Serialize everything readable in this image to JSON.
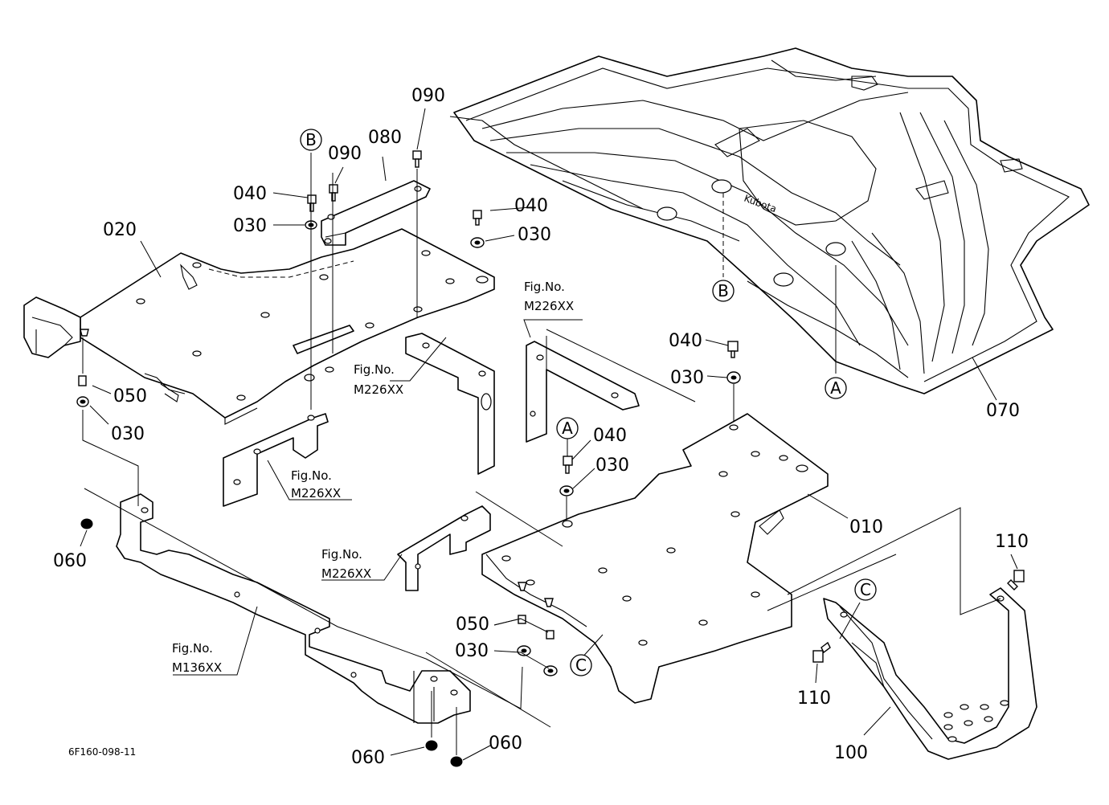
{
  "drawing_code": "6F160-098-11",
  "labels": {
    "p010": "010",
    "p020": "020",
    "p070": "070",
    "p080": "080",
    "p090a": "090",
    "p090b": "090",
    "p040a": "040",
    "p040b": "040",
    "p040c": "040",
    "p040d": "040",
    "p030a": "030",
    "p030b": "030",
    "p030c": "030",
    "p030d": "030",
    "p030e": "030",
    "p030f": "030",
    "p050a": "050",
    "p050b": "050",
    "p060a": "060",
    "p060b": "060",
    "p060c": "060",
    "p100": "100",
    "p110a": "110",
    "p110b": "110"
  },
  "refs": {
    "B1": "B",
    "B2": "B",
    "A1": "A",
    "A2": "A",
    "C1": "C",
    "C2": "C"
  },
  "figrefs": [
    {
      "line1": "Fig.No.",
      "line2": "M226XX"
    },
    {
      "line1": "Fig.No.",
      "line2": "M226XX"
    },
    {
      "line1": "Fig.No.",
      "line2": "M226XX"
    },
    {
      "line1": "Fig.No.",
      "line2": "M226XX"
    },
    {
      "line1": "Fig.No.",
      "line2": "M136XX"
    }
  ]
}
